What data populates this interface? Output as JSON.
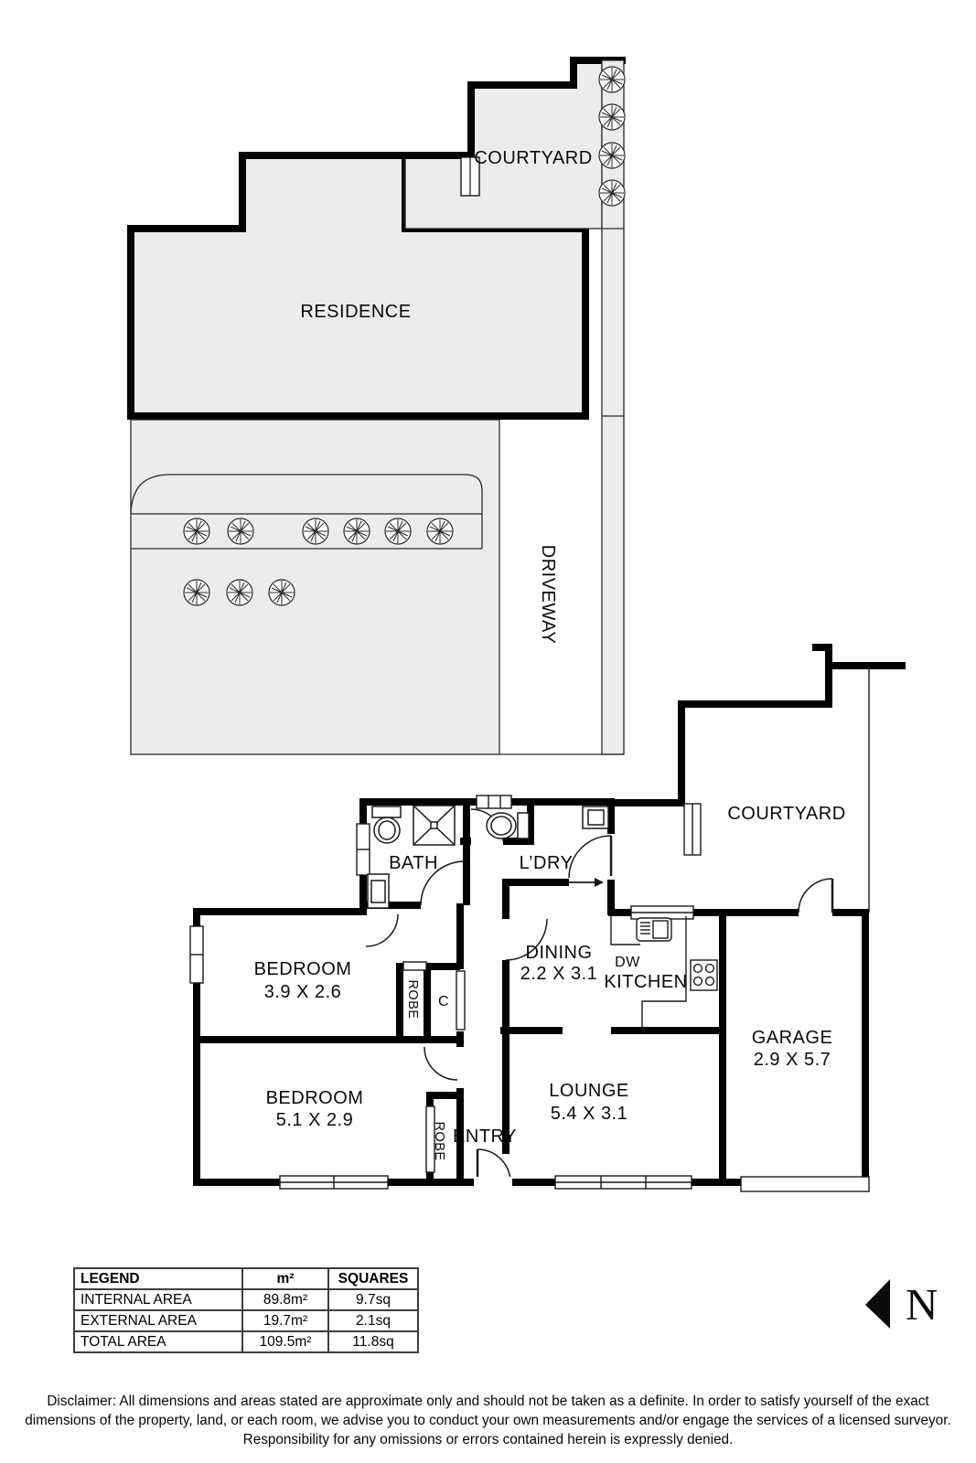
{
  "site_plan": {
    "residence": "RESIDENCE",
    "courtyard": "COURTYARD",
    "driveway": "DRIVEWAY"
  },
  "floor_plan": {
    "courtyard": "COURTYARD",
    "bath": "BATH",
    "laundry": "L’DRY",
    "bedroom1_name": "BEDROOM",
    "bedroom1_dims": "3.9 X 2.6",
    "bedroom2_name": "BEDROOM",
    "bedroom2_dims": "5.1 X 2.9",
    "dining_name": "DINING",
    "dining_dims": "2.2 X 3.1",
    "lounge_name": "LOUNGE",
    "lounge_dims": "5.4 X 3.1",
    "garage_name": "GARAGE",
    "garage_dims": "2.9 X 5.7",
    "kitchen": "KITCHEN",
    "dishwasher": "DW",
    "entry": "ENTRY",
    "robe1": "ROBE",
    "robe2": "ROBE",
    "closet": "C"
  },
  "legend": {
    "headers": [
      "LEGEND",
      "m²",
      "SQUARES"
    ],
    "rows": [
      {
        "label": "INTERNAL AREA",
        "m2": "89.8m²",
        "squares": "9.7sq"
      },
      {
        "label": "EXTERNAL AREA",
        "m2": "19.7m²",
        "squares": "2.1sq"
      },
      {
        "label": "TOTAL AREA",
        "m2": "109.5m²",
        "squares": "11.8sq"
      }
    ]
  },
  "compass": {
    "north": "N"
  },
  "disclaimer": "Disclaimer: All dimensions and areas stated are approximate only and should not be taken as a definite. In order to satisfy yourself of the exact dimensions of the property, land, or each room, we advise you to conduct your own measurements and/or engage the services of a licensed surveyor. Responsibility for any omissions or errors contained herein is expressly denied."
}
